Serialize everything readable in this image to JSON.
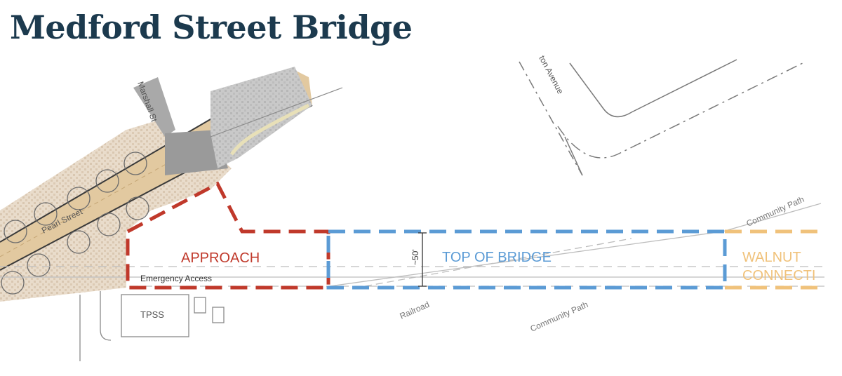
{
  "title": "Medford Street Bridge",
  "labels": {
    "marshall_st": "Marshall St",
    "pearl_street": "Pearl Street",
    "avenue": "ton Avenue",
    "approach": "APPROACH",
    "emergency_access": "Emergency Access",
    "top_of_bridge": "TOP OF BRIDGE",
    "dimension": "~50'",
    "walnut_line1": "WALNUT",
    "walnut_line2": "CONNECTI",
    "community_path_upper": "Community Path",
    "community_path_lower": "Community Path",
    "railroad": "Railroad",
    "tpss": "TPSS"
  },
  "colors": {
    "title": "#1c3a4e",
    "approach": "#c0392b",
    "bridge": "#5b9bd5",
    "walnut": "#f0c27b"
  }
}
